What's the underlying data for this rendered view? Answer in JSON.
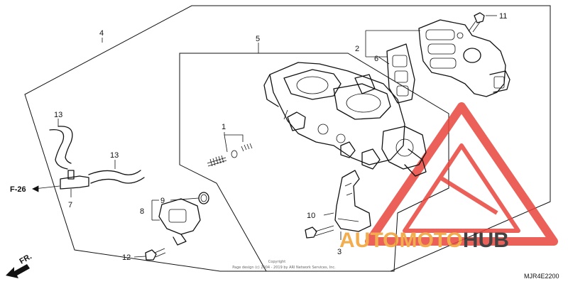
{
  "callouts": {
    "c1": "1",
    "c2": "2",
    "c3": "3",
    "c4": "4",
    "c5": "5",
    "c6": "6",
    "c7": "7",
    "c8": "8",
    "c9": "9",
    "c10": "10",
    "c11": "11",
    "c12": "12",
    "c13a": "13",
    "c13b": "13"
  },
  "reference": "F-26",
  "direction_label": "FR.",
  "diagram_code": "MJR4E2200",
  "copyright": {
    "line1": "Copyright",
    "line2": "Page design (c) 2004 - 2019 by ARI Network Services, Inc."
  },
  "watermark": {
    "part1": "AUTOMOTO",
    "part2": "HUB",
    "color_primary": "#e8453c",
    "color_secondary": "#f0a030",
    "color_dark": "#222222"
  }
}
